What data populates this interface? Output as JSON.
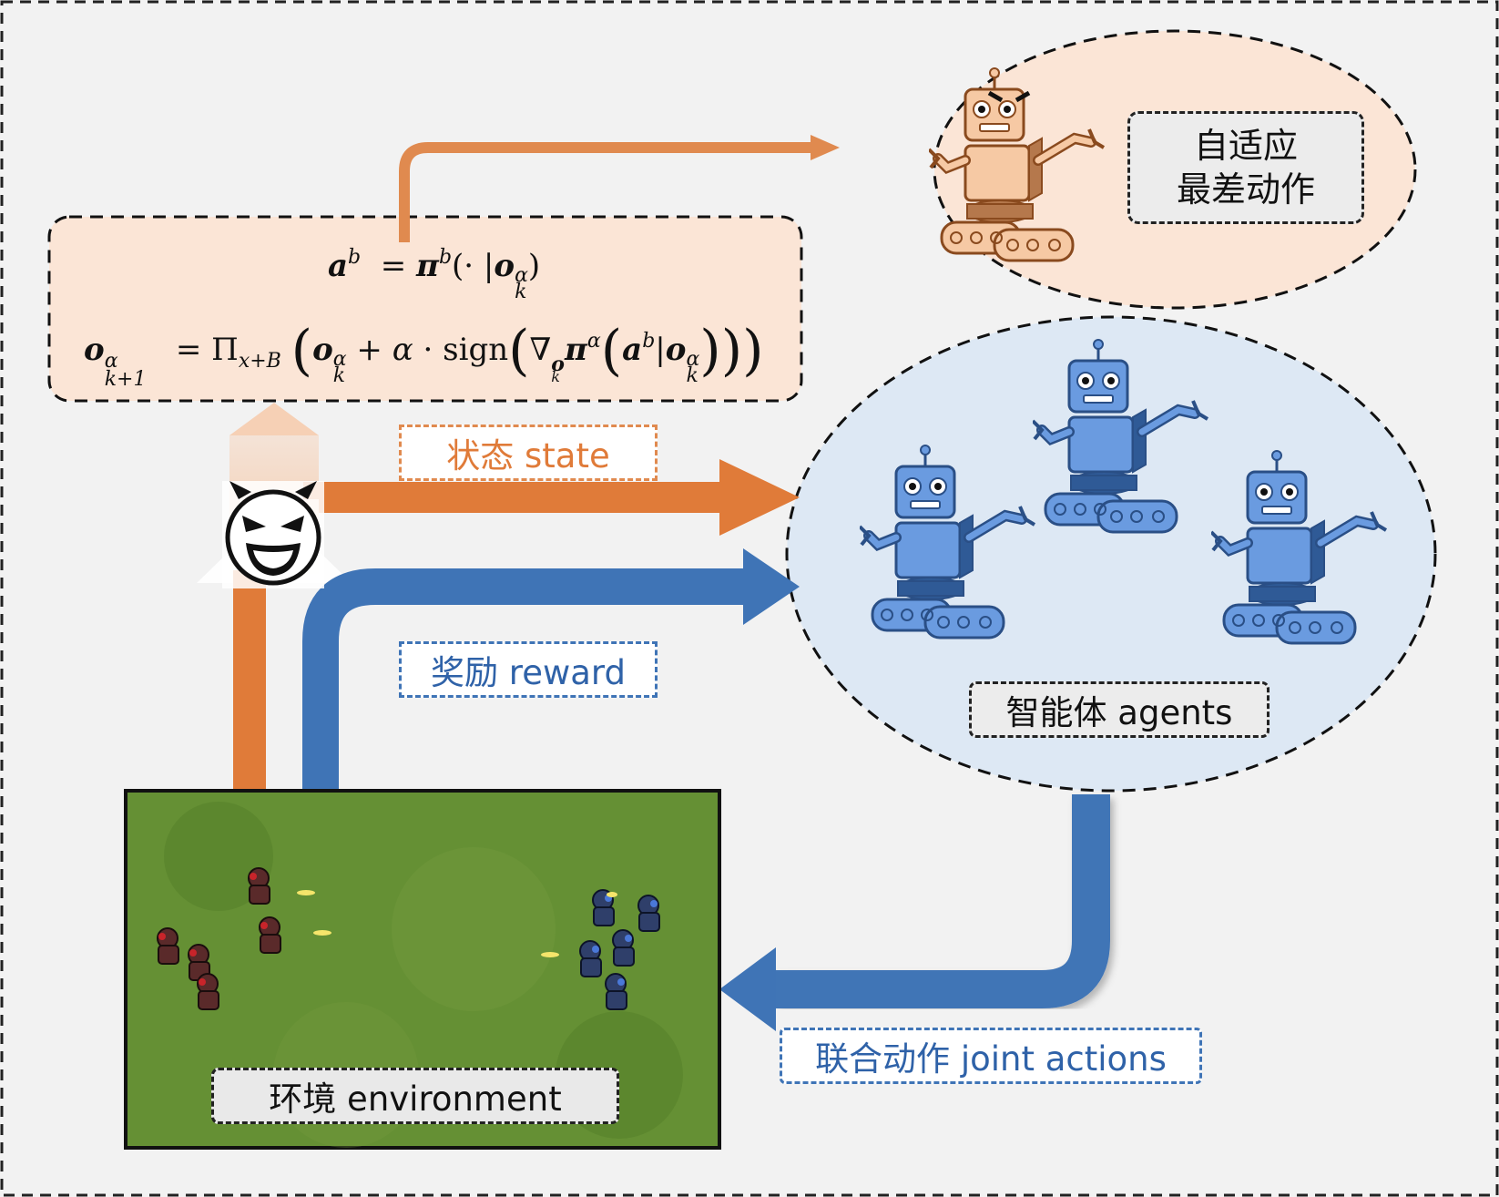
{
  "labels": {
    "state": "状态 state",
    "reward": "奖励 reward",
    "agents": "智能体 agents",
    "worst_line1": "自适应",
    "worst_line2": "最差动作",
    "joint_actions": "联合动作 joint actions",
    "environment": "环境 environment"
  },
  "formula": {
    "line1": "a^b = π^b(· | o_k^α)",
    "line2": "o_{k+1}^α = Π_{x+B}( o_k^α + α · sign( ∇_{o_k^α} π^α( a^b | o_k^α ) ) )"
  },
  "colors": {
    "orange": "#e07b39",
    "orange_fill": "#fbe5d6",
    "blue": "#3f74b6",
    "blue_fill": "#dde8f4",
    "robot_blue": "#6a9be0",
    "robot_orange": "#f6c9a4",
    "background": "#f2f2f2",
    "grass": "#5d8a2f"
  },
  "icons": [
    "devil-face-icon",
    "adversary-robot-icon",
    "agent-robot-icon",
    "battle-scene-image"
  ]
}
